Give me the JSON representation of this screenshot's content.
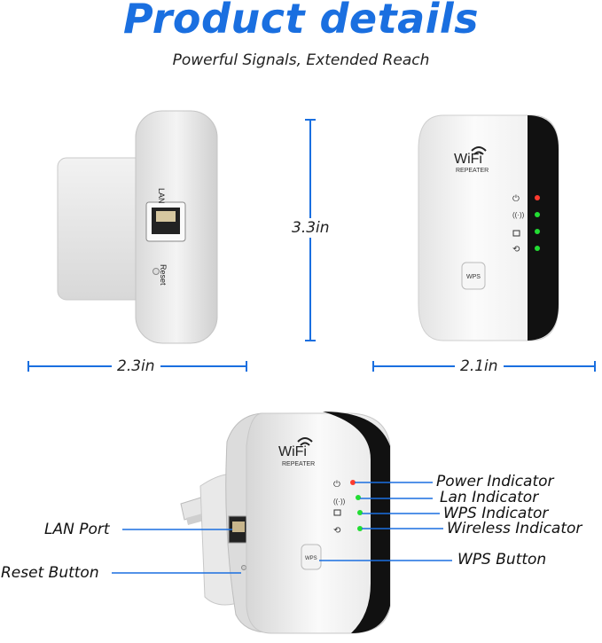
{
  "header": {
    "title": "Product details",
    "subtitle": "Powerful Signals, Extended Reach"
  },
  "dimensions": {
    "height": "3.3in",
    "side_width": "2.3in",
    "front_width": "2.1in"
  },
  "device": {
    "brand": "WiFi",
    "model_label": "REPEATER",
    "side_port_label": "LAN",
    "side_reset_label": "Reset",
    "wps_button_label": "WPS"
  },
  "callouts": {
    "power": "Power Indicator",
    "lan": "Lan Indicator",
    "wps": "WPS Indicator",
    "wireless": "Wireless Indicator",
    "wps_button": "WPS Button",
    "lan_port": "LAN Port",
    "reset_button": "Reset Button"
  },
  "colors": {
    "accent": "#1a6fe0",
    "power_led": "#ff3b2f",
    "status_led": "#22dd33"
  }
}
